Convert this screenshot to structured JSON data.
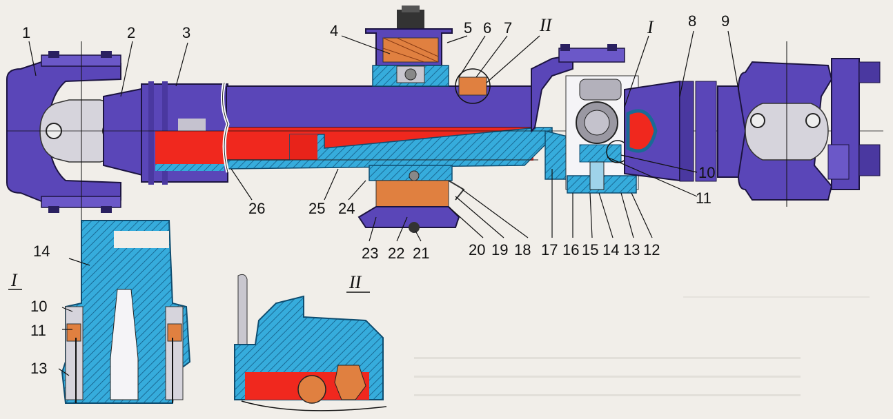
{
  "callouts": {
    "n1": "1",
    "n2": "2",
    "n3": "3",
    "n4": "4",
    "n5": "5",
    "n6": "6",
    "n7": "7",
    "n8": "8",
    "n9": "9",
    "n10": "10",
    "n11": "11",
    "n12": "12",
    "n13": "13",
    "n14": "14",
    "n15": "15",
    "n16": "16",
    "n17": "17",
    "n18": "18",
    "n19": "19",
    "n20": "20",
    "n21": "21",
    "n22": "22",
    "n23": "23",
    "n24": "24",
    "n25": "25",
    "n26": "26"
  },
  "detail_labels": {
    "detail_i": "I",
    "detail_ii": "II"
  },
  "colors": {
    "shaft": "#5a46b8",
    "shaft_dark": "#3f2f8f",
    "section_blue": "#2fa5d8",
    "hatch": "#1e6f9a",
    "red": "#f0281e",
    "bearing": "#e08040",
    "metal": "#c9c7cf",
    "paper": "#f1eee9"
  }
}
